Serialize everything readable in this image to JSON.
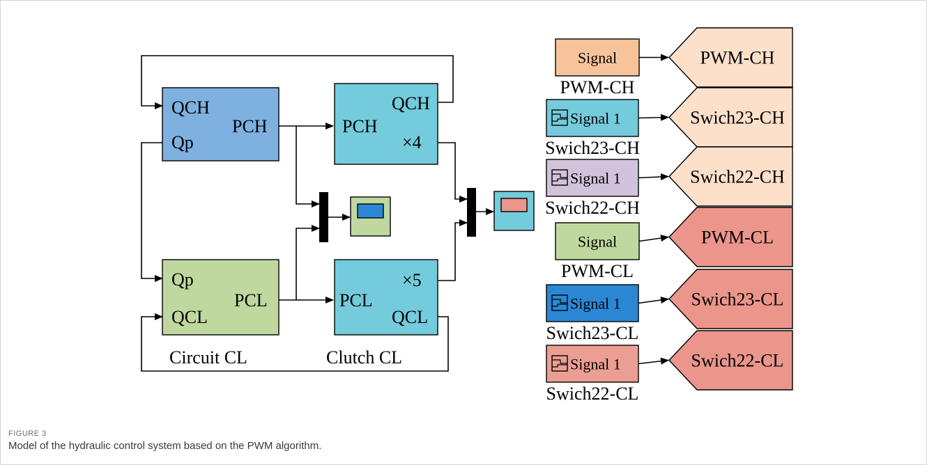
{
  "colors": {
    "circuit_ch": "#7eb0e0",
    "clutch": "#73cbdc",
    "circuit_cl": "#bfd89f",
    "signal_pwm_ch": "#f7c39b",
    "signal_swich23_ch": "#73cbdc",
    "signal_swich22_ch": "#d1c3db",
    "signal_pwm_cl": "#bfd89f",
    "signal_swich23_cl": "#2b87d4",
    "signal_swich22_cl": "#eb9e93",
    "output_ch": "#fde0c9",
    "output_cl": "#eb958b",
    "scope1_screen": "#2b87d4",
    "scope2_screen": "#eb958b",
    "scope1_body": "#bfd89f",
    "scope2_body": "#73cbdc"
  },
  "circuit_ch": {
    "port_in_top": "QCH",
    "port_in_bottom": "Qp",
    "port_out": "PCH"
  },
  "clutch_ch": {
    "port_out_top": "QCH",
    "port_in": "PCH",
    "gain": "×4"
  },
  "circuit_cl": {
    "port_in_top": "Qp",
    "port_in_bottom": "QCL",
    "port_out": "PCL",
    "caption": "Circuit CL"
  },
  "clutch_cl": {
    "port_in": "PCL",
    "gain": "×5",
    "port_out_bottom": "QCL",
    "caption": "Clutch CL"
  },
  "signals": [
    {
      "block_text": "Signal",
      "caption": "PWM-CH",
      "output": "PWM-CH",
      "icon": "none"
    },
    {
      "block_text": "Signal 1",
      "caption": "Swich23-CH",
      "output": "Swich23-CH",
      "icon": "signal-builder-icon"
    },
    {
      "block_text": "Signal 1",
      "caption": "Swich22-CH",
      "output": "Swich22-CH",
      "icon": "signal-builder-icon"
    },
    {
      "block_text": "Signal",
      "caption": "PWM-CL",
      "output": "PWM-CL",
      "icon": "none"
    },
    {
      "block_text": "Signal 1",
      "caption": "Swich23-CL",
      "output": "Swich23-CL",
      "icon": "signal-builder-icon"
    },
    {
      "block_text": "Signal 1",
      "caption": "Swich22-CL",
      "output": "Swich22-CL",
      "icon": "signal-builder-icon"
    }
  ],
  "caption": {
    "label": "FIGURE 3",
    "text": "Model of the hydraulic control system based on the PWM algorithm."
  }
}
